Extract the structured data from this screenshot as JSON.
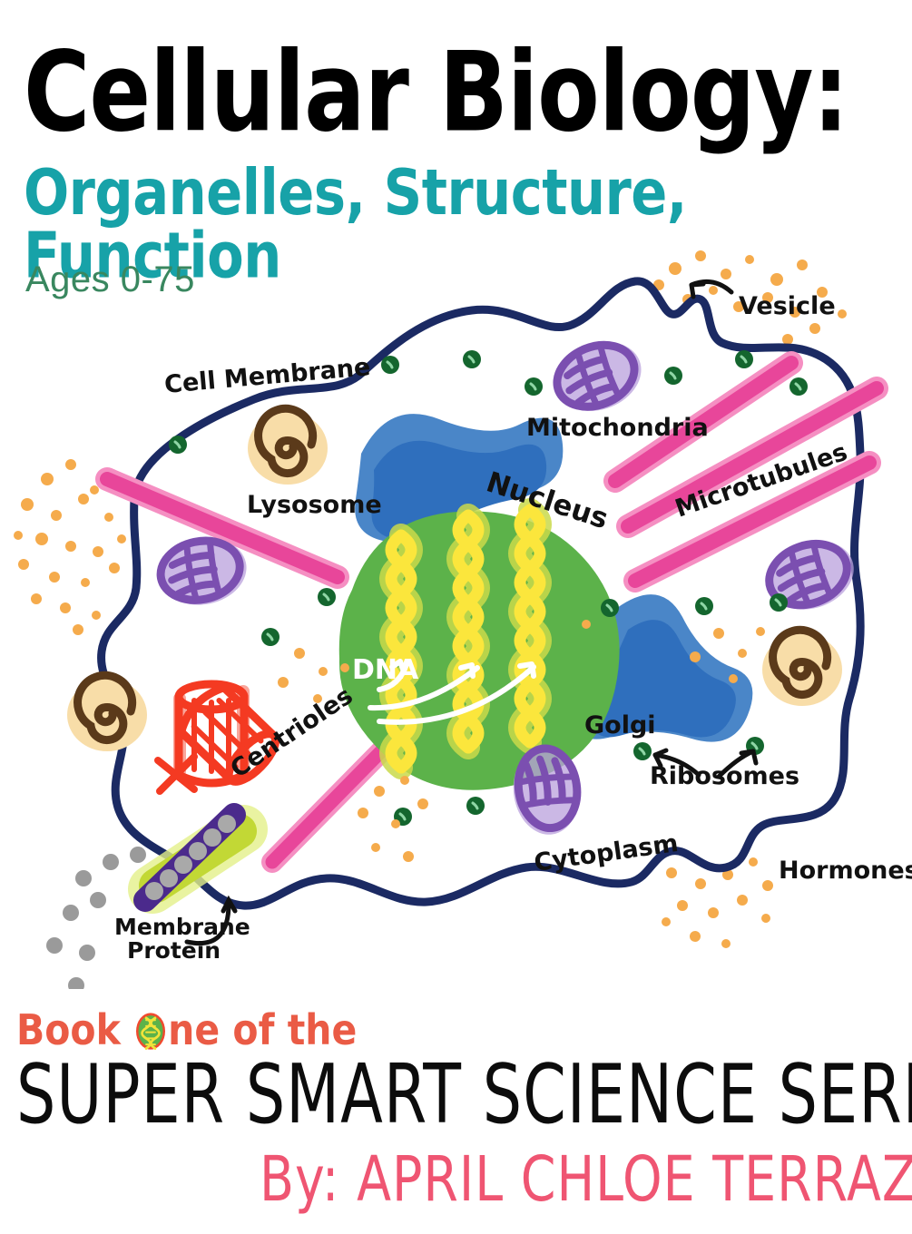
{
  "cover": {
    "main_title": "Cellular Biology:",
    "subtitle": "Organelles, Structure, Function",
    "ages": "Ages 0-75",
    "book_number_pre": "Book ",
    "book_number_post": "ne of the",
    "series_name": "SUPER SMART SCIENCE SERIES",
    "trademark": "™",
    "author": "By: APRIL CHLOE TERRAZAS"
  },
  "colors": {
    "title_black": "#000000",
    "subtitle_teal": "#17a2a8",
    "ages_green": "#39875f",
    "book_one_coral": "#ea5b45",
    "series_black": "#0c0c0c",
    "author_pink": "#ef5572",
    "membrane_navy": "#1b2a63",
    "nucleus_green": "#58b councils",
    "dna_yellow": "#fbe63c",
    "mitochondria_purple": "#7b4fb0",
    "microtubule_magenta": "#e8469a",
    "golgi_blue": "#2f6fbd",
    "lysosome_tan": "#f6d9a0",
    "lysosome_brown": "#5b3a1a",
    "centriole_red": "#f43a22",
    "ribosome_darkgreen": "#14662e",
    "hormone_orange": "#f5ab4c",
    "protein_purple": "#4b2a8c",
    "protein_green": "#c2d835",
    "grey_dot": "#9a9a9a"
  },
  "diagram": {
    "labels": [
      {
        "id": "cell-membrane",
        "text": "Cell Membrane"
      },
      {
        "id": "lysosome",
        "text": "Lysosome"
      },
      {
        "id": "nucleus",
        "text": "Nucleus"
      },
      {
        "id": "dna",
        "text": "DNA"
      },
      {
        "id": "mitochondria",
        "text": "Mitochondria"
      },
      {
        "id": "vesicle",
        "text": "Vesicle"
      },
      {
        "id": "microtubules",
        "text": "Microtubules"
      },
      {
        "id": "golgi",
        "text": "Golgi"
      },
      {
        "id": "ribosomes",
        "text": "Ribosomes"
      },
      {
        "id": "centrioles",
        "text": "Centrioles"
      },
      {
        "id": "cytoplasm",
        "text": "Cytoplasm"
      },
      {
        "id": "hormones",
        "text": "Hormones"
      },
      {
        "id": "membrane-protein-line1",
        "text": "Membrane"
      },
      {
        "id": "membrane-protein-line2",
        "text": "Protein"
      }
    ]
  }
}
